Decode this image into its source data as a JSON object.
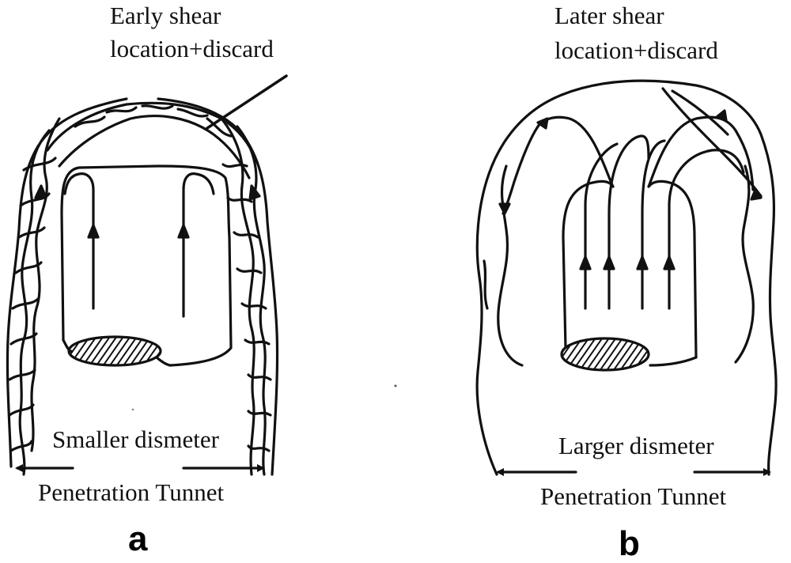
{
  "panel_a": {
    "top_label_line1": "Early shear",
    "top_label_line2": "location+discard",
    "diameter_label": "Smaller dismeter",
    "tunnel_label": "Penetration Tunnet",
    "letter": "a"
  },
  "panel_b": {
    "top_label_line1": "Later shear",
    "top_label_line2": "location+discard",
    "diameter_label": "Larger dismeter",
    "tunnel_label": "Penetration Tunnet",
    "letter": "b"
  },
  "colors": {
    "line": "#111111",
    "background": "#ffffff"
  }
}
